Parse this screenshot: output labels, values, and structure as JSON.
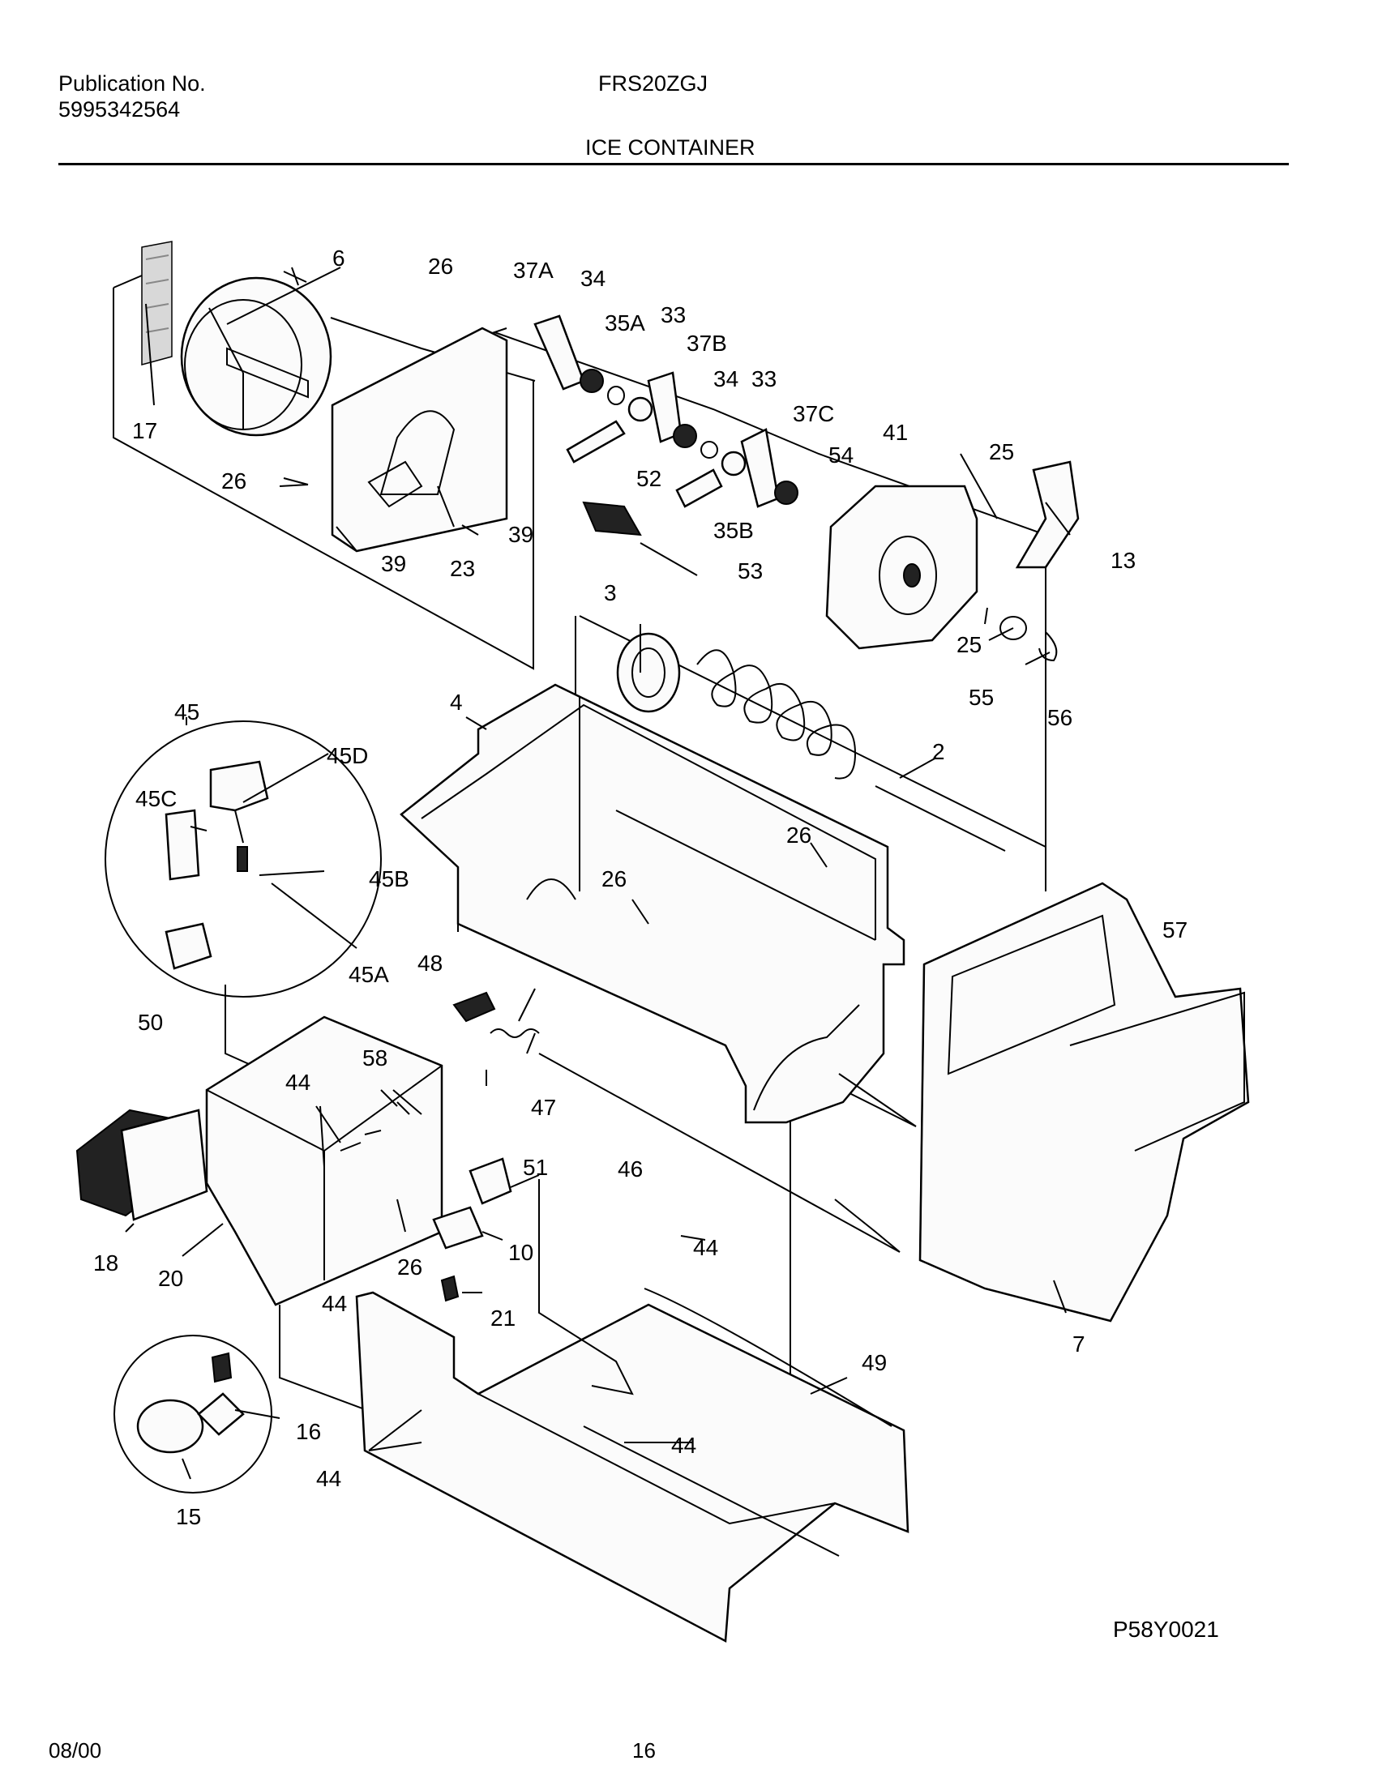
{
  "header": {
    "publication_label": "Publication No.",
    "publication_number": "5995342564",
    "model": "FRS20ZGJ",
    "section_title": "ICE CONTAINER"
  },
  "footer": {
    "date": "08/00",
    "page_number": "16"
  },
  "diagram": {
    "drawing_id": "P58Y0021",
    "part_callouts": [
      "6",
      "26",
      "37A",
      "34",
      "35A",
      "33",
      "37B",
      "34",
      "33",
      "37C",
      "41",
      "54",
      "25",
      "17",
      "26",
      "39",
      "23",
      "39",
      "52",
      "35B",
      "53",
      "13",
      "3",
      "25",
      "55",
      "56",
      "45",
      "4",
      "2",
      "45D",
      "45C",
      "45B",
      "26",
      "26",
      "57",
      "45A",
      "48",
      "50",
      "58",
      "44",
      "47",
      "51",
      "46",
      "18",
      "20",
      "26",
      "10",
      "44",
      "44",
      "21",
      "7",
      "49",
      "16",
      "44",
      "44",
      "15"
    ]
  }
}
